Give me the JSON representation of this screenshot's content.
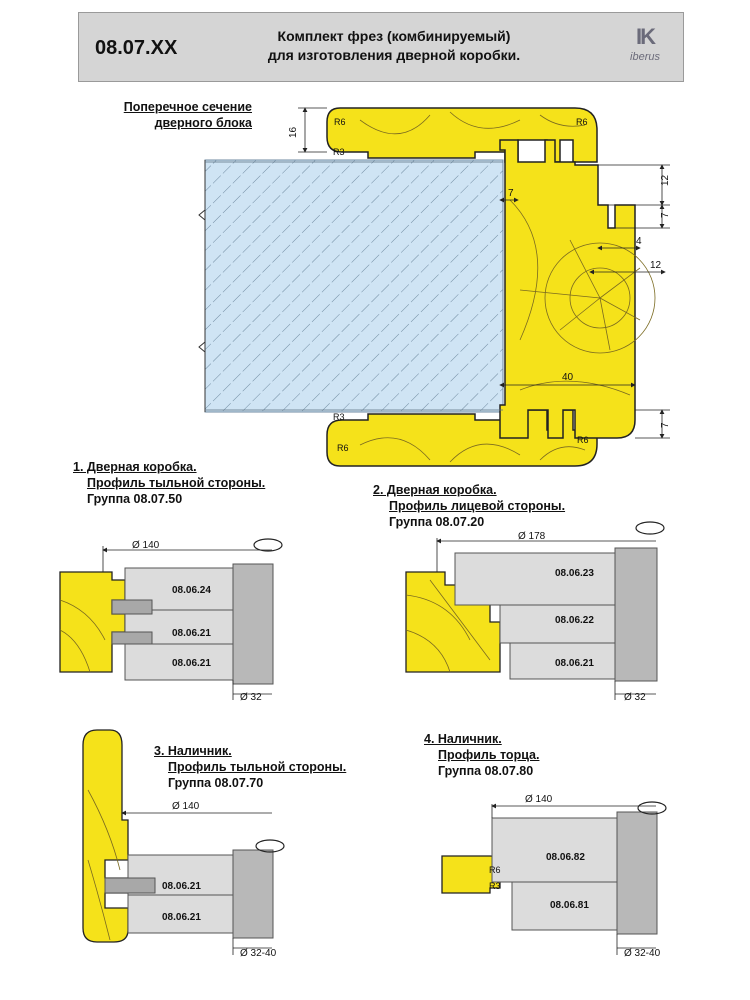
{
  "header": {
    "code": "08.07.XX",
    "title_line1": "Комплект фрез (комбинируемый)",
    "title_line2": "для изготовления дверной коробки.",
    "logo_mark": "IK",
    "logo_text": "iberus"
  },
  "cross_section": {
    "title_line1": "Поперечное сечение",
    "title_line2": "дверного блока",
    "dims": {
      "d16": "16",
      "d7a": "7",
      "d12a": "12",
      "d7b": "7",
      "d4": "4",
      "d12b": "12",
      "d40": "40",
      "d7c": "7"
    },
    "radii": {
      "r6_tl": "R6",
      "r3_tl": "R3",
      "r6_tr": "R6",
      "r3_bl": "R3",
      "r6_bl": "R6",
      "r6_br": "R6"
    }
  },
  "sections": [
    {
      "line1": "1. Дверная коробка.",
      "line2": "Профиль тыльной стороны.",
      "line3": "Группа 08.07.50",
      "cutter_dia": "Ø 140",
      "bore": "Ø 32",
      "tools": [
        "08.06.24",
        "08.06.21",
        "08.06.21"
      ]
    },
    {
      "line1": "2. Дверная коробка.",
      "line2": "Профиль лицевой стороны.",
      "line3": "Группа 08.07.20",
      "cutter_dia": "Ø 178",
      "bore": "Ø 32",
      "tools": [
        "08.06.23",
        "08.06.22",
        "08.06.21"
      ]
    },
    {
      "line1": "3. Наличник.",
      "line2": "Профиль тыльной стороны.",
      "line3": "Группа 08.07.70",
      "cutter_dia": "Ø 140",
      "bore": "Ø 32-40",
      "tools": [
        "08.06.21",
        "08.06.21"
      ]
    },
    {
      "line1": "4. Наличник.",
      "line2": "Профиль торца.",
      "line3": "Группа 08.07.80",
      "cutter_dia": "Ø 140",
      "bore": "Ø 32-40",
      "tools": [
        "08.06.82",
        "08.06.81"
      ],
      "radii": [
        "R6",
        "R3"
      ]
    }
  ],
  "colors": {
    "wood": "#f5e21a",
    "glass": "#cfe4f4",
    "steel": "#dcdcdc",
    "steel_dark": "#a8a8a8"
  }
}
